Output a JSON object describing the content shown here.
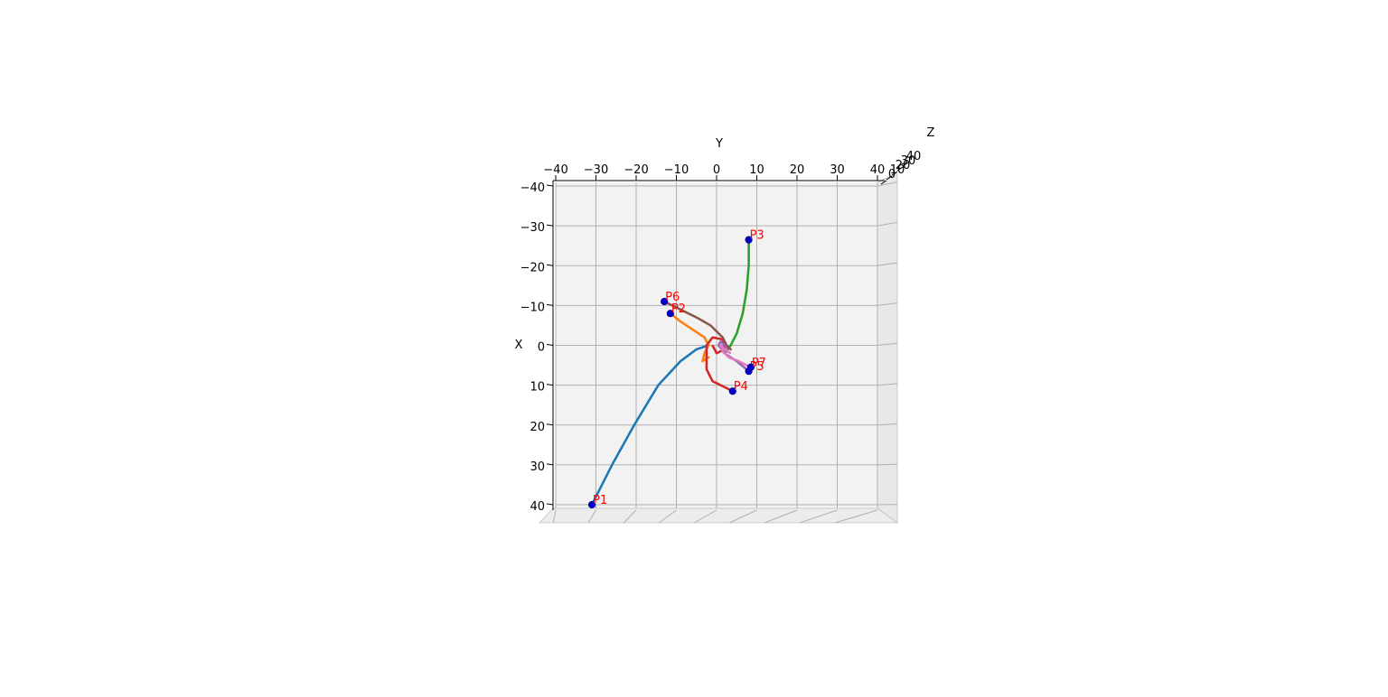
{
  "chart_data": {
    "type": "line3d",
    "view": "top-down (looking along Z)",
    "xlabel": "X",
    "ylabel": "Y",
    "zlabel": "Z",
    "xlim": [
      -40,
      40
    ],
    "ylim": [
      -40,
      40
    ],
    "x_axis_ticks": [
      "−40",
      "−30",
      "−20",
      "−10",
      "0",
      "10",
      "20",
      "30",
      "40"
    ],
    "y_axis_ticks": [
      "−40",
      "−30",
      "−20",
      "−10",
      "0",
      "10",
      "20",
      "30",
      "40"
    ],
    "z_axis_ticks": [
      "0",
      "10",
      "20",
      "30",
      "40"
    ],
    "grid": true,
    "series": [
      {
        "color": "#1f77b4",
        "points": [
          [
            40,
            -31
          ],
          [
            30,
            -26
          ],
          [
            20,
            -20.5
          ],
          [
            10,
            -14.5
          ],
          [
            4,
            -9
          ],
          [
            1,
            -5
          ],
          [
            0,
            -2
          ]
        ]
      },
      {
        "color": "#ff7f0e",
        "points": [
          [
            -8,
            -11.5
          ],
          [
            -6,
            -9
          ],
          [
            -4,
            -6
          ],
          [
            -2,
            -3
          ],
          [
            0,
            -2
          ],
          [
            2,
            -3
          ],
          [
            4,
            -3.5
          ],
          [
            3,
            -2
          ]
        ]
      },
      {
        "color": "#2ca02c",
        "points": [
          [
            -26.5,
            8
          ],
          [
            -20,
            8
          ],
          [
            -14,
            7.5
          ],
          [
            -8,
            6.5
          ],
          [
            -3,
            5
          ],
          [
            0,
            3.5
          ],
          [
            2,
            2
          ]
        ]
      },
      {
        "color": "#d62728",
        "points": [
          [
            11.5,
            4
          ],
          [
            10.5,
            2
          ],
          [
            9,
            -1
          ],
          [
            6,
            -2.5
          ],
          [
            3,
            -2.5
          ],
          [
            0,
            -2.5
          ],
          [
            -2,
            -1
          ],
          [
            -1.5,
            1.5
          ],
          [
            1,
            2
          ],
          [
            2,
            0
          ],
          [
            0,
            -1
          ]
        ]
      },
      {
        "color": "#9467bd",
        "points": [
          [
            6.5,
            8
          ],
          [
            4,
            5
          ],
          [
            2,
            2
          ],
          [
            0,
            0.5
          ],
          [
            -1,
            1
          ],
          [
            0,
            2
          ],
          [
            1,
            3
          ]
        ]
      },
      {
        "color": "#8c564b",
        "points": [
          [
            -11,
            -13
          ],
          [
            -9,
            -9
          ],
          [
            -7,
            -5
          ],
          [
            -5,
            -1.5
          ],
          [
            -2,
            1.5
          ],
          [
            0,
            2.5
          ],
          [
            1,
            3.5
          ]
        ]
      },
      {
        "color": "#e377c2",
        "points": [
          [
            5.5,
            8.5
          ],
          [
            4,
            5.5
          ],
          [
            3,
            3
          ],
          [
            1.5,
            1.5
          ],
          [
            0,
            1
          ],
          [
            1,
            2
          ],
          [
            2,
            3.5
          ]
        ]
      }
    ],
    "points": [
      {
        "label": "P1",
        "x": 40,
        "y": -31
      },
      {
        "label": "P2",
        "x": -8,
        "y": -11.5
      },
      {
        "label": "P3",
        "x": -26.5,
        "y": 8
      },
      {
        "label": "P4",
        "x": 11.5,
        "y": 4
      },
      {
        "label": "P5",
        "x": 6.5,
        "y": 8
      },
      {
        "label": "P6",
        "x": -11,
        "y": -13
      },
      {
        "label": "P7",
        "x": 5.5,
        "y": 8.5
      }
    ],
    "marker_color": "#0000cc",
    "label_color": "#ff0000"
  }
}
